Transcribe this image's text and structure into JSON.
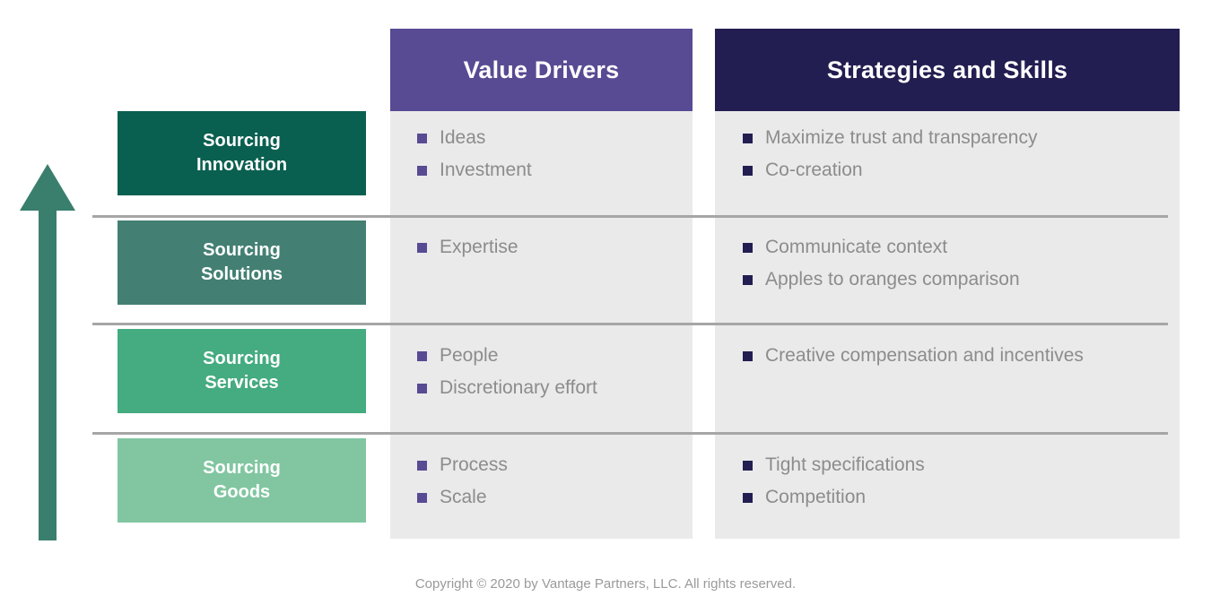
{
  "columns": {
    "value_drivers": {
      "header": "Value Drivers",
      "header_color": "#584b93",
      "bullet_color": "#584b93"
    },
    "strategies_skills": {
      "header": "Strategies and Skills",
      "header_color": "#221e51",
      "bullet_color": "#221e51"
    }
  },
  "arrow": {
    "name": "upward-maturity-arrow",
    "color": "#3a7f6d"
  },
  "rows": [
    {
      "stage_line1": "Sourcing",
      "stage_line2": "Innovation",
      "stage_color": "#0a6050",
      "value_drivers": [
        "Ideas",
        "Investment"
      ],
      "strategies_skills": [
        "Maximize trust and transparency",
        "Co-creation"
      ]
    },
    {
      "stage_line1": "Sourcing",
      "stage_line2": "Solutions",
      "stage_color": "#438073",
      "value_drivers": [
        "Expertise"
      ],
      "strategies_skills": [
        "Communicate context",
        "Apples to oranges comparison"
      ]
    },
    {
      "stage_line1": "Sourcing",
      "stage_line2": "Services",
      "stage_color": "#45ab80",
      "value_drivers": [
        "People",
        "Discretionary effort"
      ],
      "strategies_skills": [
        "Creative compensation and incentives"
      ]
    },
    {
      "stage_line1": "Sourcing",
      "stage_line2": "Goods",
      "stage_color": "#81c6a1",
      "value_drivers": [
        "Process",
        "Scale"
      ],
      "strategies_skills": [
        "Tight specifications",
        "Competition"
      ]
    }
  ],
  "footer": {
    "copyright": "Copyright © 2020 by Vantage Partners, LLC. All rights reserved."
  }
}
